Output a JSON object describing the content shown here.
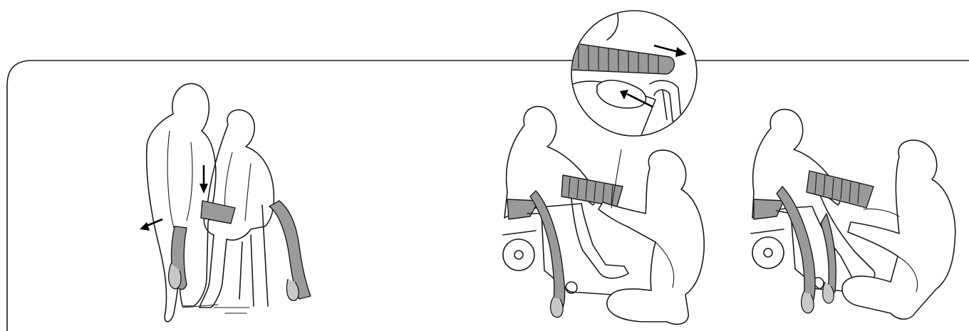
{
  "figure": {
    "panels": [
      {
        "id": "panel-1",
        "description_icon": "caregiver-standing-seated-patient"
      },
      {
        "id": "panel-2",
        "description_icon": "caregiver-kneeling-wheelchair-patient"
      },
      {
        "id": "panel-3",
        "description_icon": "caregiver-kneeling-wheelchair-patient-legs"
      }
    ],
    "inset": {
      "icon": "magnified-sling-strap-detail"
    },
    "colors": {
      "line": "#1a1a1a",
      "sling_fill": "#9a9a9a",
      "sling_light": "#c8c8c8",
      "background": "#ffffff"
    }
  }
}
